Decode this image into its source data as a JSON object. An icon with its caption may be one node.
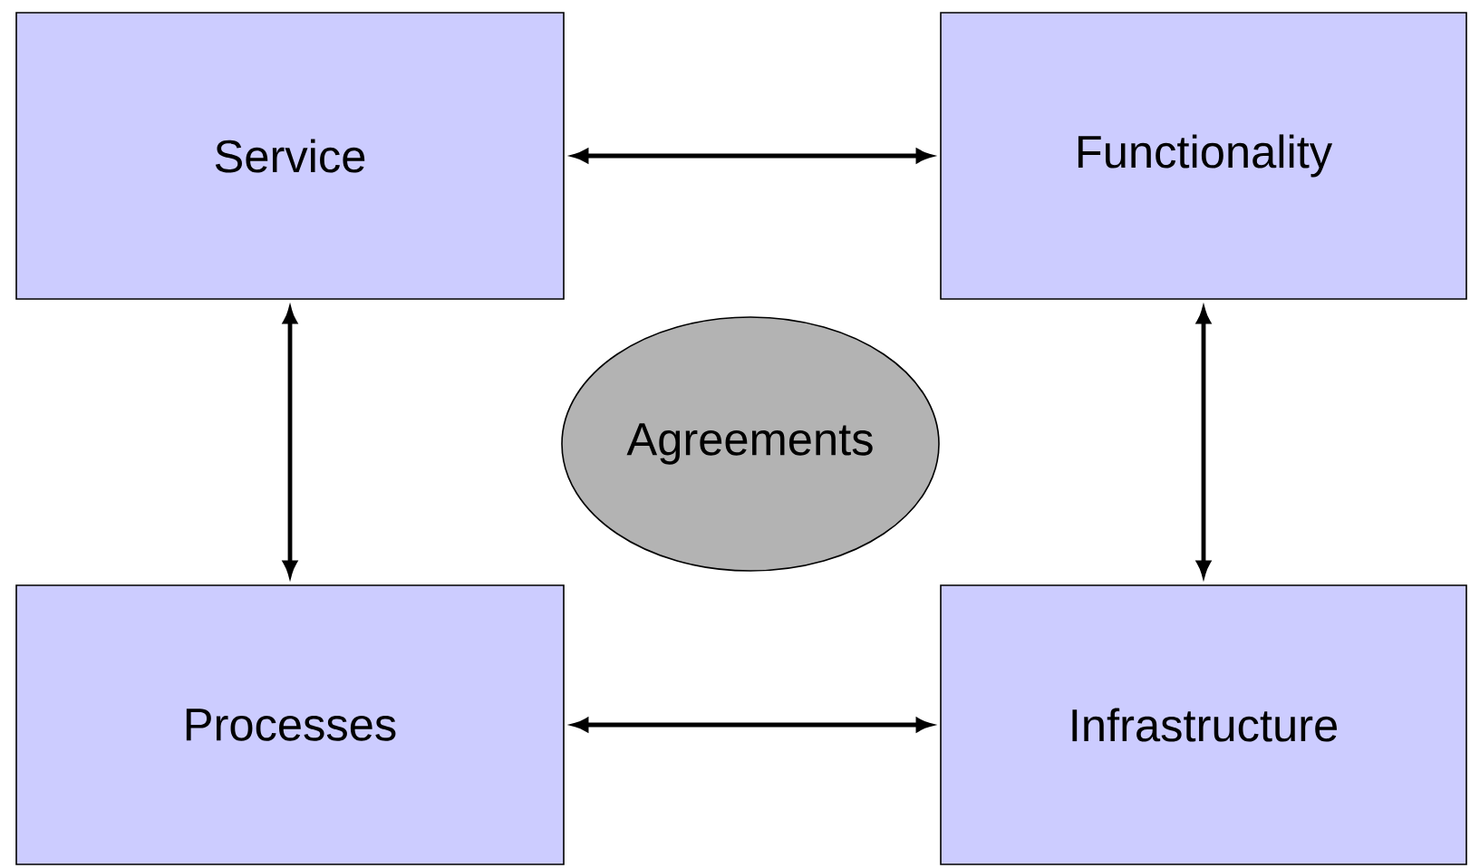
{
  "diagram": {
    "nodes": [
      {
        "text": [
          "Service"
        ]
      },
      {
        "text": [
          "Functionality"
        ]
      },
      {
        "text": [
          "Agreements"
        ]
      },
      {
        "text": [
          "Processes"
        ]
      },
      {
        "text": [
          "Infrastructure"
        ]
      }
    ],
    "edges": [
      {
        "from": 0,
        "to": 1,
        "arrow": "both"
      },
      {
        "from": 0,
        "to": 3,
        "arrow": "both"
      },
      {
        "from": 1,
        "to": 4,
        "arrow": "both"
      },
      {
        "from": 3,
        "to": 4,
        "arrow": "both"
      }
    ]
  }
}
